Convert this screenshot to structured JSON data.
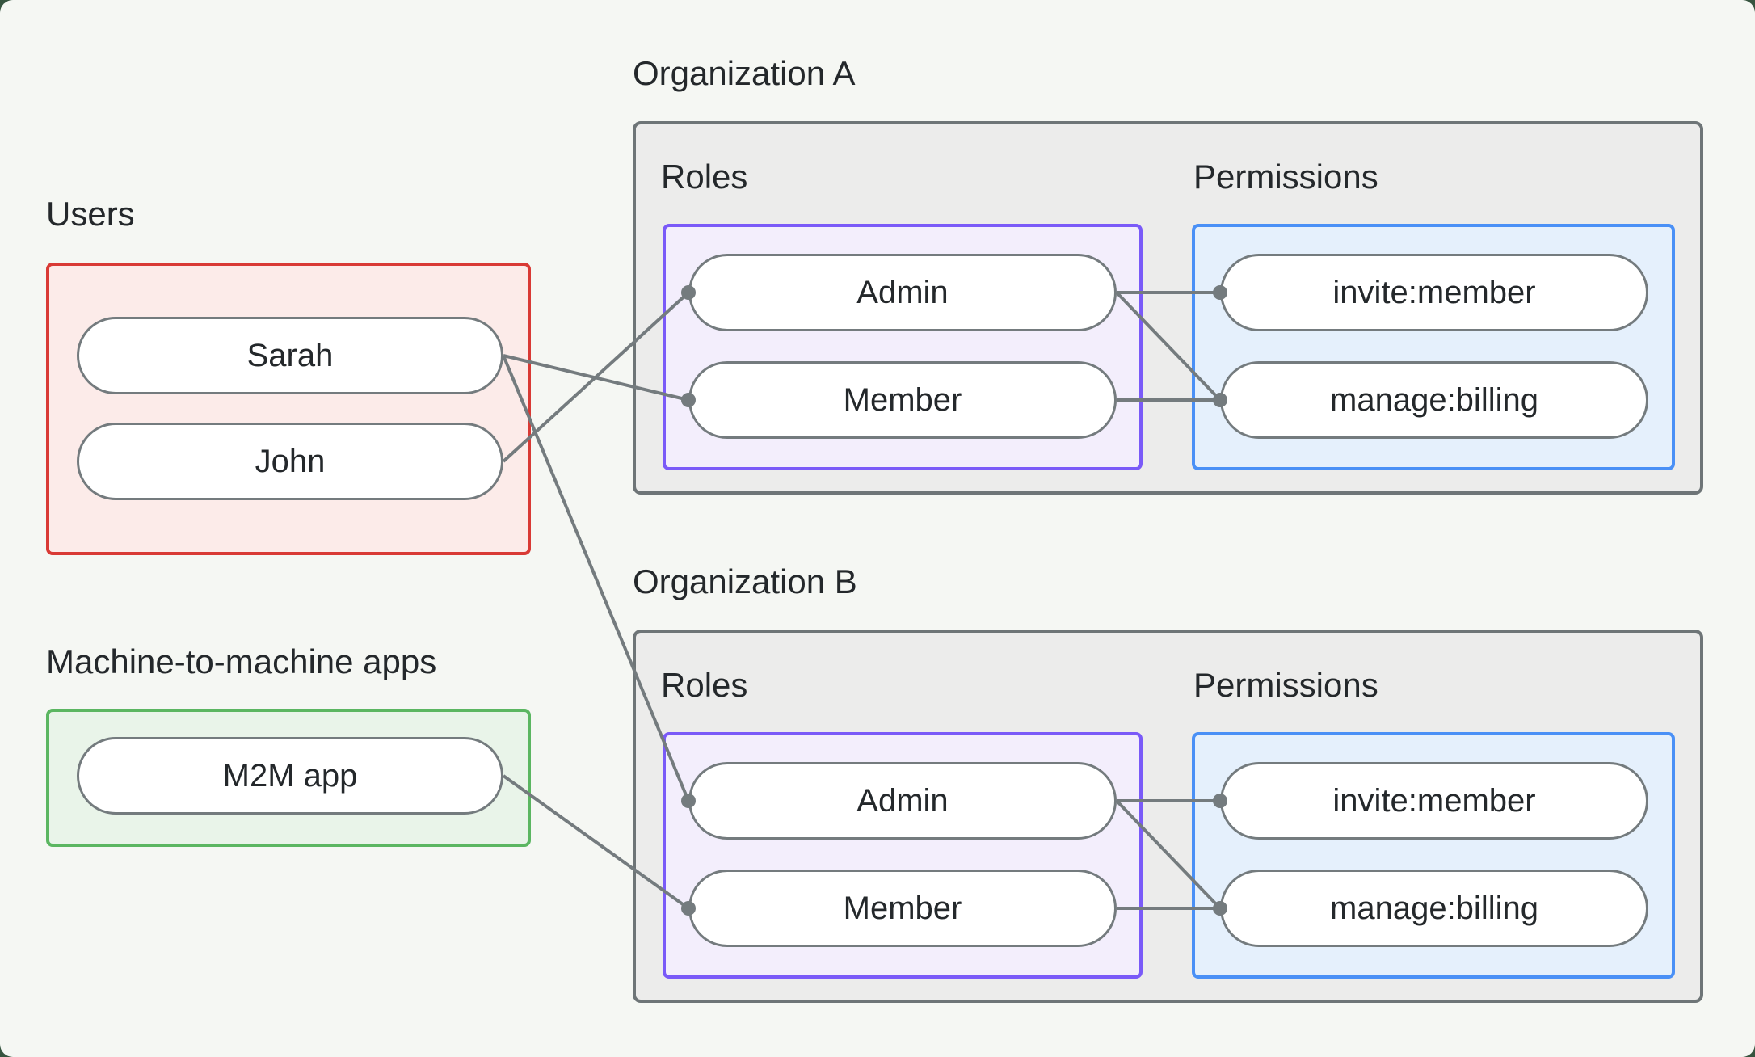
{
  "canvas": {
    "background": "#f5f7f3",
    "outer_background": "#36543f"
  },
  "colors": {
    "users_border": "#d93a35",
    "users_fill": "#fcebe9",
    "m2m_border": "#5bb661",
    "m2m_fill": "#e9f4e9",
    "org_border": "#6e7577",
    "org_fill": "#ececeb",
    "roles_border": "#7a5af8",
    "roles_fill": "#f3eefc",
    "permissions_border": "#4a90f6",
    "permissions_fill": "#e5f0fc",
    "pill_border": "#747b7e",
    "pill_fill": "#ffffff",
    "connector": "#747b7e",
    "text": "#24282b"
  },
  "users_section": {
    "label": "Users",
    "items": [
      {
        "label": "Sarah"
      },
      {
        "label": "John"
      }
    ]
  },
  "m2m_section": {
    "label": "Machine-to-machine apps",
    "items": [
      {
        "label": "M2M app"
      }
    ]
  },
  "organizations": [
    {
      "label": "Organization A",
      "roles_label": "Roles",
      "permissions_label": "Permissions",
      "roles": [
        {
          "label": "Admin"
        },
        {
          "label": "Member"
        }
      ],
      "permissions": [
        {
          "label": "invite:member"
        },
        {
          "label": "manage:billing"
        }
      ]
    },
    {
      "label": "Organization B",
      "roles_label": "Roles",
      "permissions_label": "Permissions",
      "roles": [
        {
          "label": "Admin"
        },
        {
          "label": "Member"
        }
      ],
      "permissions": [
        {
          "label": "invite:member"
        },
        {
          "label": "manage:billing"
        }
      ]
    }
  ],
  "connections": [
    {
      "from": "user-sarah",
      "to": "orgA-role-member"
    },
    {
      "from": "user-john",
      "to": "orgA-role-admin"
    },
    {
      "from": "user-sarah",
      "to": "orgB-role-admin"
    },
    {
      "from": "m2m-app",
      "to": "orgB-role-member"
    },
    {
      "from": "orgA-role-admin",
      "to": "orgA-perm-invite"
    },
    {
      "from": "orgA-role-admin",
      "to": "orgA-perm-manage"
    },
    {
      "from": "orgA-role-member",
      "to": "orgA-perm-manage"
    },
    {
      "from": "orgB-role-admin",
      "to": "orgB-perm-invite"
    },
    {
      "from": "orgB-role-admin",
      "to": "orgB-perm-manage"
    },
    {
      "from": "orgB-role-member",
      "to": "orgB-perm-manage"
    }
  ]
}
